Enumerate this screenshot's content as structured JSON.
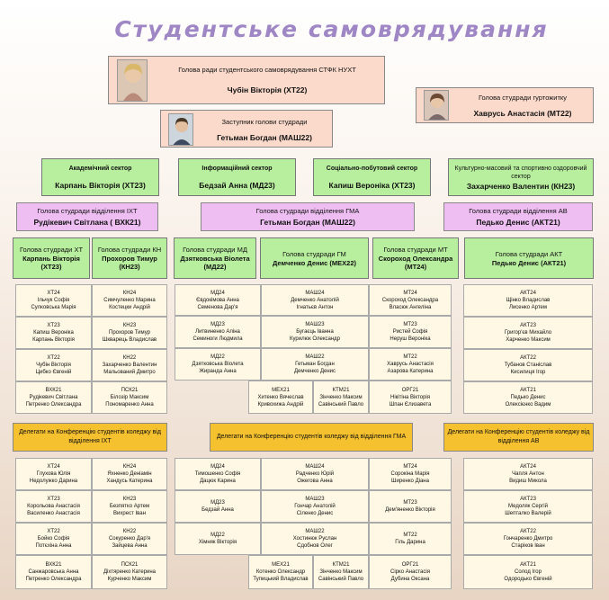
{
  "title": "Студентське самоврядування",
  "leaders": {
    "head": {
      "role": "Голова ради студентського самоврядування СТФК НУХТ",
      "name": "Чубін Вікторія (ХТ22)"
    },
    "dorm": {
      "role": "Голова студради гуртожитку",
      "name": "Хаврусь Анастасія (МТ22)"
    },
    "deputy": {
      "role": "Заступник голови студради",
      "name": "Гетьман Богдан (МАШ22)"
    }
  },
  "sectors": [
    {
      "role": "Академічний сектор",
      "name": "Карпань Вікторія (ХТ23)"
    },
    {
      "role": "Інформаційний сектор",
      "name": "Бедзай Анна (МД23)"
    },
    {
      "role": "Соціально-побутовий  сектор",
      "name": "Капиш Вероніка (ХТ23)"
    },
    {
      "role": "Культурно-масовий та спортивно оздоровчий сектор",
      "name": "Захарченко Валентин (КН23)"
    }
  ],
  "departments": [
    {
      "role": "Голова студради відділення ІХТ",
      "name": "Рудікевич Світлана ( ВХК21)"
    },
    {
      "role": "Голова студради відділення ГМА",
      "name": "Гетьман Богдан (МАШ22)"
    },
    {
      "role": "Голова студради відділення АВ",
      "name": "Педько Денис (АКТ21)"
    }
  ],
  "groups": [
    {
      "role": "Голова студради ХТ",
      "name": "Карпань Вікторія (ХТ23)"
    },
    {
      "role": "Голова студради  КН",
      "name": "Прохоров Тимур (КН23)"
    },
    {
      "role": "Голова студради МД",
      "name": "Дзятковська Віолета (МД22)"
    },
    {
      "role": "Голова студради ГМ",
      "name": "Демченко Денис (МЕХ22)"
    },
    {
      "role": "Голова студради МТ",
      "name": "Скороход Олександра (МТ24)"
    },
    {
      "role": "Голова студради АКТ",
      "name": "Педько Денис (АКТ21)"
    }
  ],
  "council": {
    "ixt_left": [
      [
        "ХТ24",
        "Ільчук Софія",
        "Сулковська Марія"
      ],
      [
        "ХТ23",
        "Капиш Вероніка",
        "Карпань Вікторія"
      ],
      [
        "ХТ22",
        "Чубін Вікторія",
        "Цибко Євгеній"
      ],
      [
        "ВХК21",
        "Рудікевич Світлана",
        "Петренко Олександра"
      ]
    ],
    "ixt_right": [
      [
        "КН24",
        "Симчуленко Марина",
        "Костецки Андрій"
      ],
      [
        "КН23",
        "Прохоров Тимур",
        "Шкварець Владислав"
      ],
      [
        "КН22",
        "Захарченко Валентин",
        "Мальований Дмитро"
      ],
      [
        "ПСК21",
        "Білозір Максим",
        "Пономаренко Анна"
      ]
    ],
    "gma_left": [
      [
        "МД24",
        "Євдокімова Анна",
        "Семенова Дар'я"
      ],
      [
        "МД23",
        "Литвиненко Аліна",
        "Семиноги Людмила"
      ],
      [
        "МД22",
        "Дзятковська Віолета",
        "Жиранда Анна"
      ]
    ],
    "gma_mid": [
      [
        "МАШ24",
        "Демченко Анатолій",
        "Ігнатьєв Антон"
      ],
      [
        "МАШ23",
        "Бугаєць Іванна",
        "Курилюк Олександр"
      ],
      [
        "МАШ22",
        "Гетьман Богдан",
        "Демченко Денис"
      ]
    ],
    "gma_right": [
      [
        "МТ24",
        "Скороход Олександра",
        "Власюк Ангеліна"
      ],
      [
        "МТ23",
        "Ристей Софія",
        "Неруш Вероніка"
      ],
      [
        "МТ22",
        "Хаврусь Анастасія",
        "Азарова Катерина"
      ],
      [
        "ОРГ21",
        "Нікітіна Вікторія",
        "Шпан Єлизавета"
      ]
    ],
    "gma_bottom": [
      [
        "МЕХ21",
        "Хитенко Вячеслав",
        "Кривохижа Андрій"
      ],
      [
        "КТМ21",
        "Зінченко Максим",
        "Савінський Павло"
      ]
    ],
    "av": [
      [
        "АКТ24",
        "Щінко Владислав",
        "Лисенко Артем"
      ],
      [
        "АКТ23",
        "Григор'єв Михайло",
        "Харченко Максим"
      ],
      [
        "АКТ22",
        "Тубанов Станіслав",
        "Кисилиця Ігор"
      ],
      [
        "АКТ21",
        "Педько Денис",
        "Олексієнко Вадим"
      ]
    ]
  },
  "delegates_headers": [
    "Делегати на Конференцію студентів коледжу від відділення ІХТ",
    "Делегати на Конференцію студентів коледжу від відділення ГМА",
    "Делегати на Конференцію студентів коледжу від відділення АВ"
  ],
  "delegates": {
    "ixt_left": [
      [
        "ХТ24",
        "Глухова Юлія",
        "Недолужко Дарина"
      ],
      [
        "ХТ23",
        "Корольова Анастасія",
        "Василенко Анастасія"
      ],
      [
        "ХТ22",
        "Бойко Софія",
        "Потєхіна Анна"
      ],
      [
        "ВХК21",
        "Санжаровська Анна",
        "Петренко Олександра"
      ]
    ],
    "ixt_right": [
      [
        "КН24",
        "Яхненко Деніамін",
        "Хандусь Катерина"
      ],
      [
        "КН23",
        "Безпятко Артем",
        "Вихрест Іван"
      ],
      [
        "КН22",
        "Сокуренко Дар'я",
        "Зайцева Анна"
      ],
      [
        "ПСК21",
        "Діхтяренко Катерина",
        "Курченко Максим"
      ]
    ],
    "gma_left": [
      [
        "МД24",
        "Тимошенко Софія",
        "Дацюк Карина"
      ],
      [
        "МД23",
        "Бедзай Анна"
      ],
      [
        "МД22",
        "Хімняк Вікторія"
      ]
    ],
    "gma_mid": [
      [
        "МАШ24",
        "Радченко Юрій",
        "Ожегова Анна"
      ],
      [
        "МАШ23",
        "Гончар Анатолій",
        "Сіленко Денис"
      ],
      [
        "МАШ22",
        "Хостинюк Руслан",
        "Сдобнов Олег"
      ]
    ],
    "gma_right": [
      [
        "МТ24",
        "Сорокіна Марія",
        "Ширенко Діана"
      ],
      [
        "МТ23",
        "Дем'яненко Вікторія"
      ],
      [
        "МТ22",
        "Гіль Дарина"
      ],
      [
        "ОРГ21",
        "Сірко Анастасія",
        "Дубина Оксана"
      ]
    ],
    "gma_bottom": [
      [
        "МЕХ21",
        "Котенко Олександр",
        "Тупицький Владислав"
      ],
      [
        "КТМ21",
        "Зінченко Максим",
        "Савінський Павло"
      ]
    ],
    "av": [
      [
        "АКТ24",
        "Чапля Антон",
        "Видиш Микола"
      ],
      [
        "АКТ23",
        "Медоляк  Сергій",
        "Шепталко Валерій"
      ],
      [
        "АКТ22",
        "Гончаренко Дмитро",
        "Старіков Іван"
      ],
      [
        "АКТ21",
        "Солод Ігор",
        "Одородько Євгеній"
      ]
    ]
  },
  "colors": {
    "title": "#9f86c4",
    "peach": "#fbdacb",
    "green": "#b8ef9e",
    "violet": "#eebef2",
    "orange": "#f6c12e",
    "cell": "#fff8e4"
  }
}
